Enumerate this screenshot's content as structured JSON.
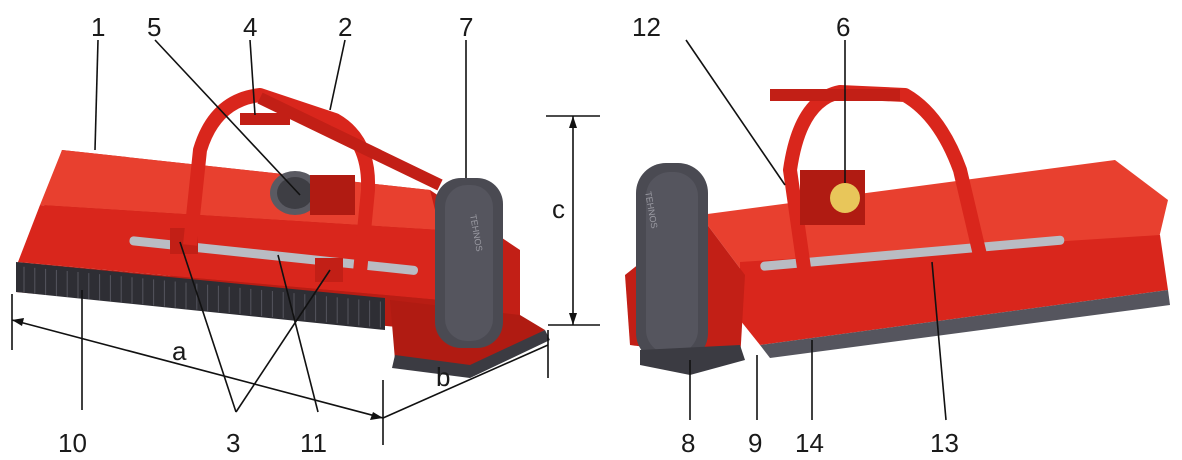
{
  "colors": {
    "body_red": "#d9261c",
    "body_red_dark": "#a81a12",
    "body_red_light": "#ee4a3a",
    "belt_cover": "#4a4a52",
    "flap_dark": "#2e2e34",
    "roller_grey": "#b9bcc3",
    "label_ink": "#1a1a1a"
  },
  "callouts": {
    "n1": "1",
    "n2": "2",
    "n3": "3",
    "n4": "4",
    "n5": "5",
    "n6": "6",
    "n7": "7",
    "n8": "8",
    "n9": "9",
    "n10": "10",
    "n11": "11",
    "n12": "12",
    "n13": "13",
    "n14": "14"
  },
  "dimensions": {
    "a": "a",
    "b": "b",
    "c": "c"
  },
  "cover_text": "TEHNOS"
}
